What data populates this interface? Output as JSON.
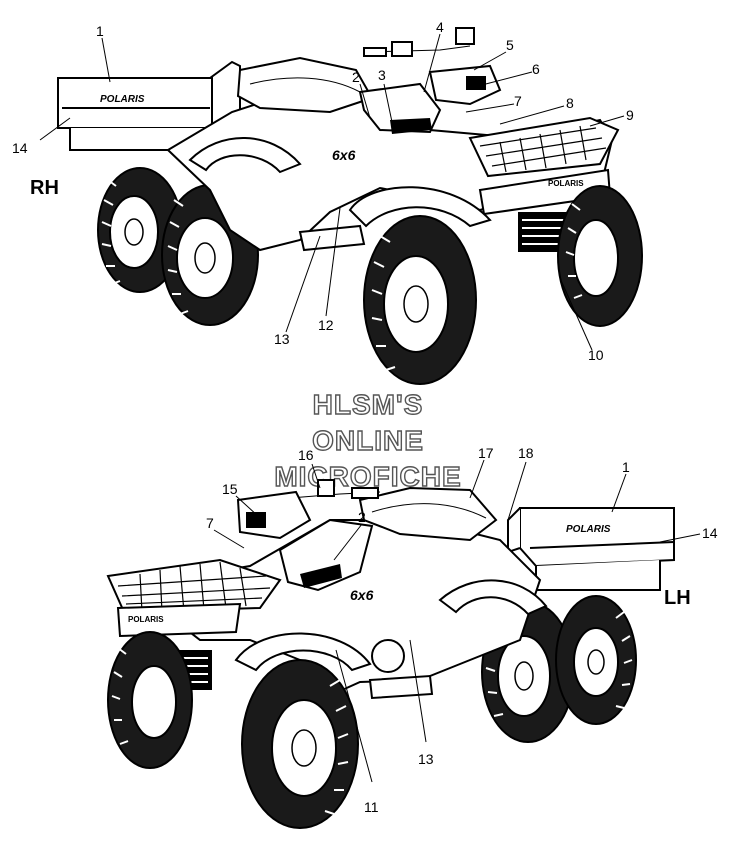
{
  "side_labels": {
    "right": "RH",
    "left": "LH"
  },
  "watermark": {
    "line1": "HLSM'S",
    "line2": "ONLINE",
    "line3": "MICROFICHE"
  },
  "rh_callouts": [
    "1",
    "2",
    "3",
    "4",
    "5",
    "6",
    "7",
    "8",
    "9",
    "10",
    "12",
    "13",
    "14"
  ],
  "lh_callouts": [
    "1",
    "2",
    "7",
    "11",
    "13",
    "14",
    "15",
    "16",
    "17",
    "18"
  ],
  "decals": {
    "brand": "POLARIS",
    "model": "6x6"
  }
}
